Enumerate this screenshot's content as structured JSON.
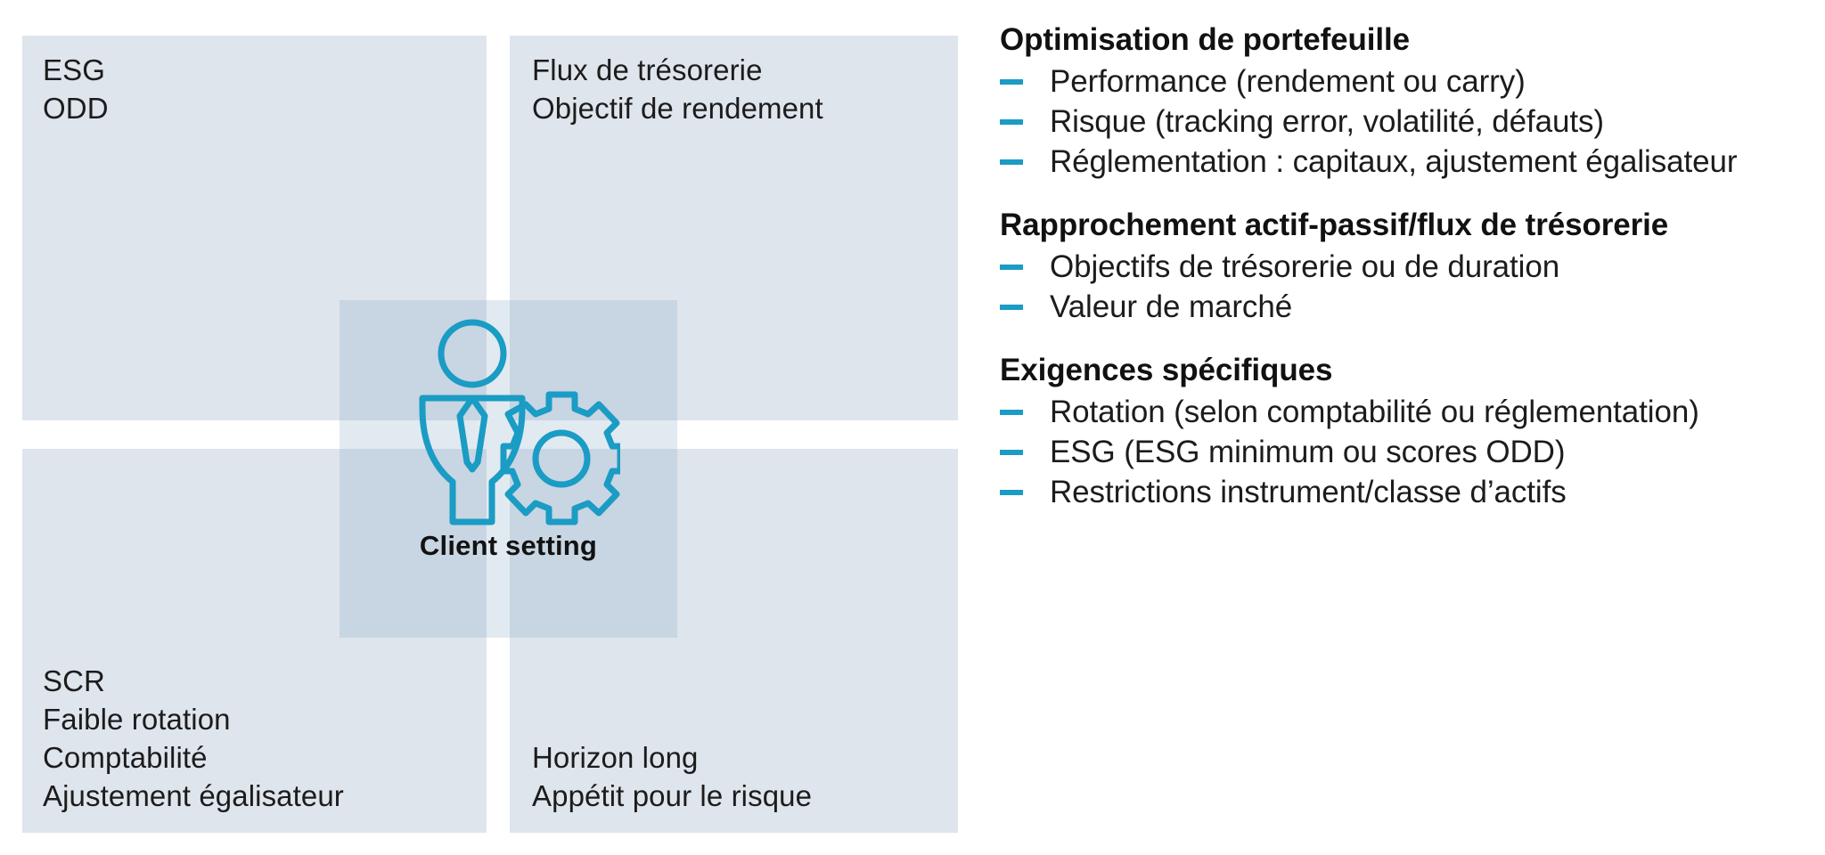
{
  "matrix": {
    "quadrants": [
      {
        "name": "top-left",
        "lines": [
          "ESG",
          "ODD"
        ],
        "text": "ESG\nODD"
      },
      {
        "name": "top-right",
        "lines": [
          "Flux de trésorerie",
          "Objectif de rendement"
        ],
        "text": "Flux de trésorerie\nObjectif de rendement"
      },
      {
        "name": "bottom-left",
        "lines": [
          "SCR",
          "Faible rotation",
          "Comptabilité",
          "Ajustement égalisateur"
        ],
        "text": "SCR\nFaible rotation\nComptabilité\nAjustement égalisateur"
      },
      {
        "name": "bottom-right",
        "lines": [
          "Horizon long",
          "Appétit pour le risque"
        ],
        "text": "Horizon long\nAppétit pour le risque"
      }
    ],
    "center": {
      "label": "Client setting",
      "icon": "person-with-gear-icon"
    }
  },
  "right_panel": {
    "sections": [
      {
        "title": "Optimisation de portefeuille",
        "bullets": [
          "Performance (rendement ou carry)",
          "Risque (tracking error, volatilité, défauts)",
          "Réglementation : capitaux, ajustement égalisateur"
        ]
      },
      {
        "title": "Rapprochement actif-passif/flux de trésorerie",
        "bullets": [
          "Objectifs de trésorerie ou de duration",
          "Valeur de marché"
        ]
      },
      {
        "title": "Exigences spécifiques",
        "bullets": [
          "Rotation (selon comptabilité ou réglementation)",
          "ESG (ESG minimum ou scores ODD)",
          "Restrictions instrument/classe d’actifs"
        ]
      }
    ]
  },
  "colors": {
    "panel_background": "#dfe5ed",
    "center_tile": "#c5d2de",
    "accent_teal": "#1a9cc4",
    "text": "#1c1c1c",
    "page_background": "#ffffff"
  }
}
